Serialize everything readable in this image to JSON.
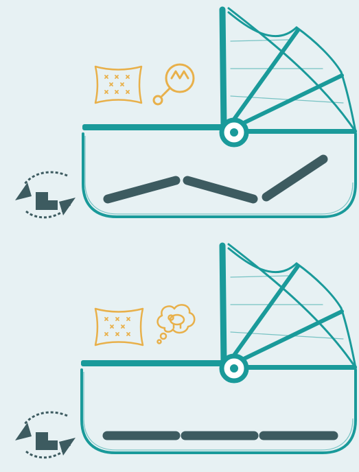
{
  "colors": {
    "background": "#e7f1f3",
    "teal": "#1a9a9a",
    "slate": "#3d5b60",
    "amber": "#e8b04a"
  },
  "panels": [
    {
      "id": "incline",
      "mattress_position": "inclined",
      "thought_icon": "rattle-icon",
      "accessory_icon": "pillow-icon",
      "rotate_icon": "rotate-arrows-icon"
    },
    {
      "id": "flat",
      "mattress_position": "flat",
      "thought_icon": "sleeping-sheep-icon",
      "accessory_icon": "pillow-icon",
      "rotate_icon": "rotate-arrows-icon"
    }
  ]
}
